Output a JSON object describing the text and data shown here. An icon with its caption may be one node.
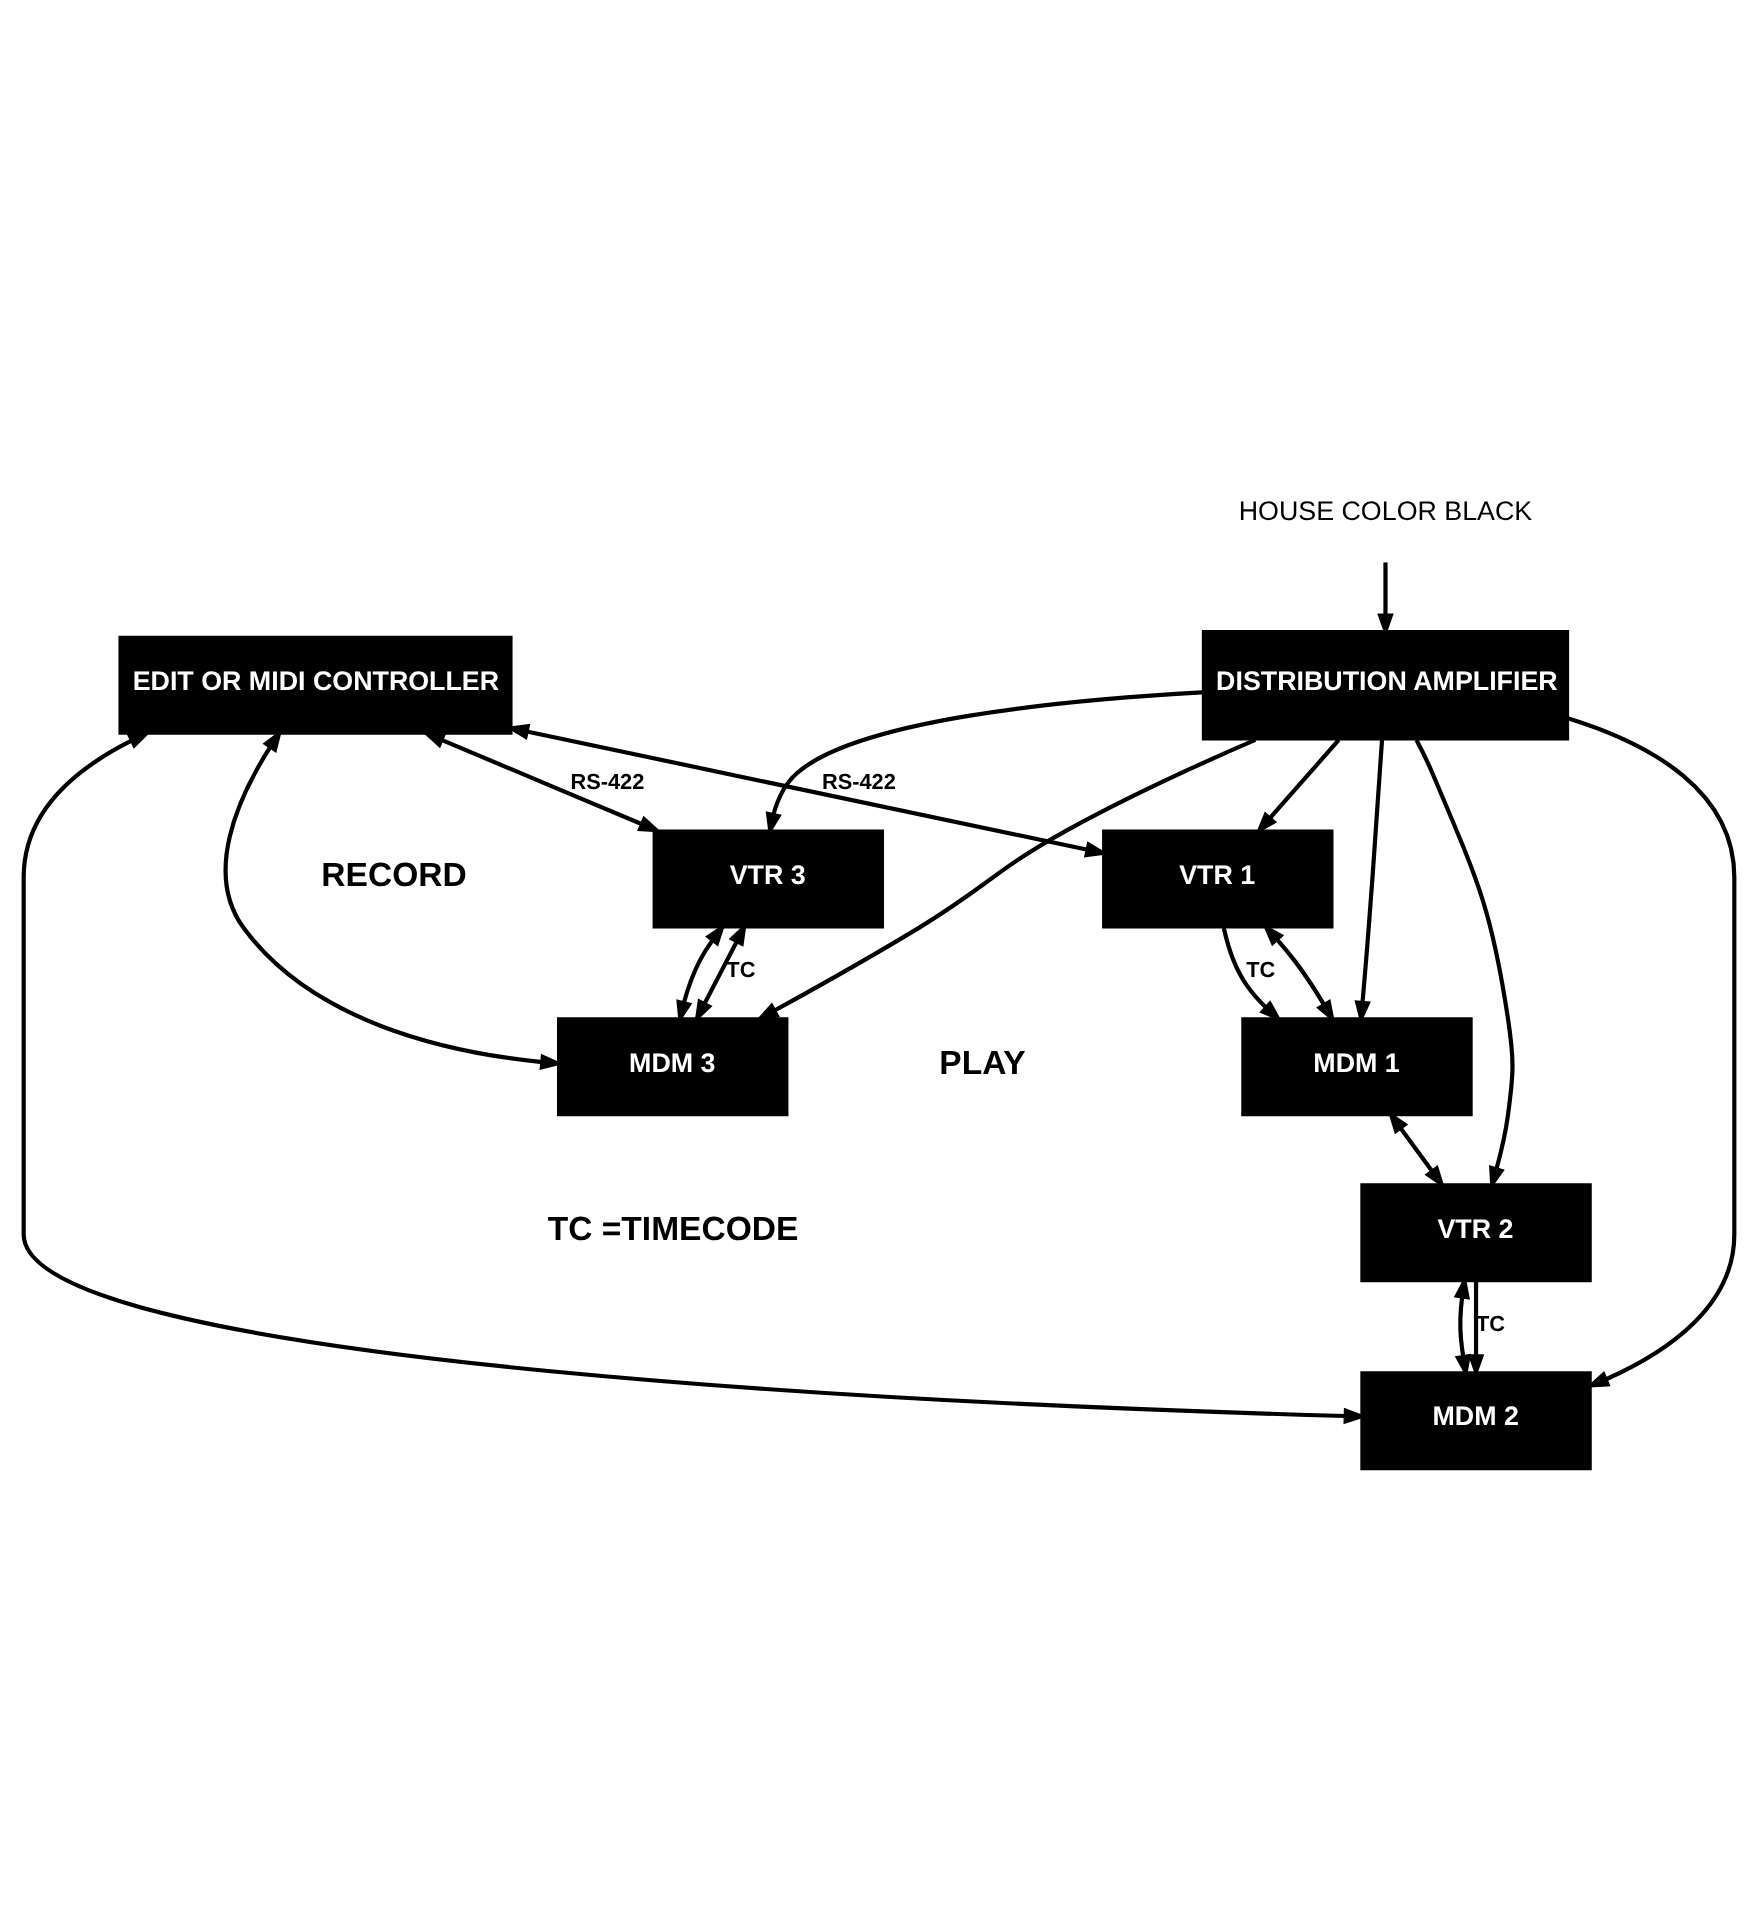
{
  "diagram": {
    "nodes": [
      {
        "text": [
          "EDIT OR MIDI CONTROLLER"
        ]
      },
      {
        "text": [
          "VTR 1"
        ]
      },
      {
        "text": [
          "MDM 1"
        ]
      },
      {
        "text": [
          "VTR 2"
        ]
      },
      {
        "text": [
          "MDM 2"
        ]
      },
      {
        "text": [
          "VTR 3"
        ]
      },
      {
        "text": [
          "MDM 3"
        ]
      },
      {
        "text": [
          "DISTRIBUTION AMPLIFIER"
        ]
      },
      {
        "text": [
          "HOUSE COLOR BLACK"
        ]
      }
    ],
    "edges": [
      {
        "from": 0,
        "to": 4,
        "arrow": "both"
      },
      {
        "from": 0,
        "to": 1,
        "arrow": "both",
        "label": "RS-422"
      },
      {
        "from": 1,
        "to": 2,
        "arrow": "both"
      },
      {
        "from": 2,
        "to": 3,
        "arrow": "both"
      },
      {
        "from": 3,
        "to": 4,
        "arrow": "both"
      },
      {
        "from": 1,
        "to": 2,
        "arrow": "to",
        "label": "TC"
      },
      {
        "from": 3,
        "to": 4,
        "arrow": "to",
        "label": "TC"
      },
      {
        "from": 0,
        "to": 6,
        "arrow": "both"
      },
      {
        "from": 0,
        "to": 5,
        "arrow": "both",
        "label": "RS-422"
      },
      {
        "from": 5,
        "to": 6,
        "arrow": "both"
      },
      {
        "from": 5,
        "to": 6,
        "arrow": "both",
        "label": "TC"
      },
      {
        "from": 7,
        "to": 1,
        "arrow": "to"
      },
      {
        "from": 7,
        "to": 2,
        "arrow": "to"
      },
      {
        "from": 7,
        "to": 3,
        "arrow": "to"
      },
      {
        "from": 7,
        "to": 4,
        "arrow": "to"
      },
      {
        "from": 7,
        "to": 6,
        "arrow": "to"
      },
      {
        "from": 7,
        "to": 5,
        "arrow": "to"
      },
      {
        "from": 8,
        "to": 7,
        "arrow": "to"
      }
    ],
    "labels": [
      "PLAY",
      "RECORD",
      "TC =TIMECODE"
    ]
  }
}
